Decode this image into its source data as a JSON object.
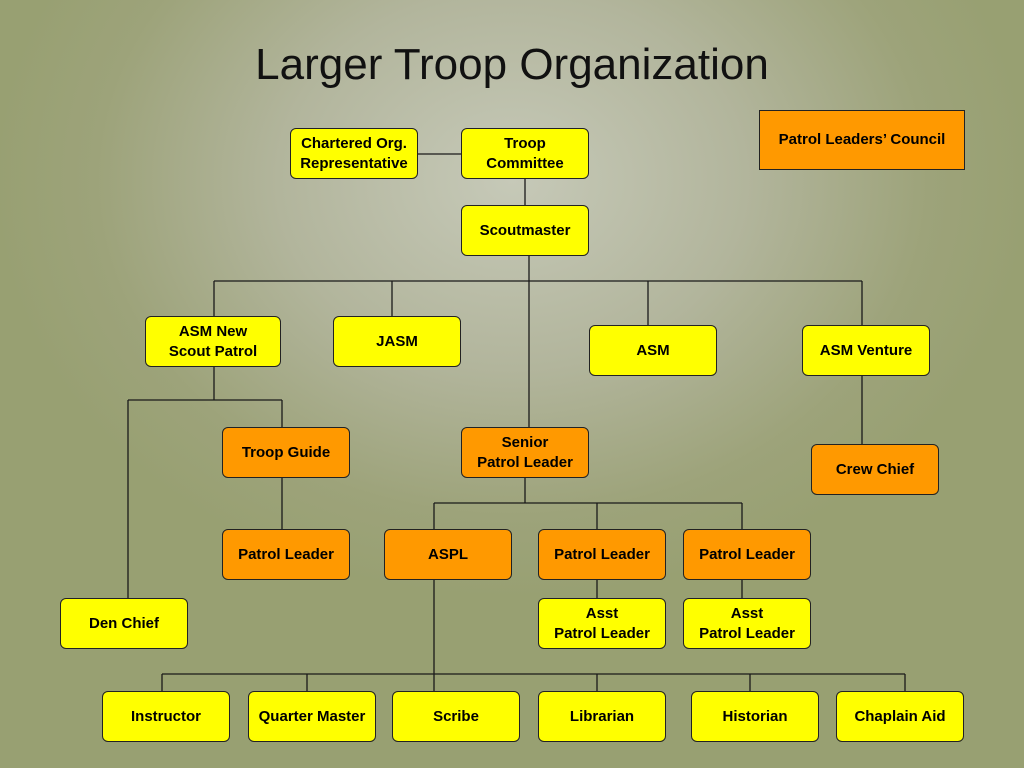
{
  "title": "Larger Troop Organization",
  "colors": {
    "yellow": "#ffff00",
    "orange": "#ff9900"
  },
  "nodes": {
    "chartered": "Chartered Org.\nRepresentative",
    "troop_committee": "Troop\nCommittee",
    "plc": "Patrol Leaders’ Council",
    "scoutmaster": "Scoutmaster",
    "asm_new": "ASM New\nScout Patrol",
    "jasm": "JASM",
    "asm": "ASM",
    "asm_venture": "ASM Venture",
    "troop_guide": "Troop Guide",
    "spl": "Senior\nPatrol Leader",
    "crew_chief": "Crew Chief",
    "patrol_leader_ns": "Patrol Leader",
    "aspl": "ASPL",
    "patrol_leader_2": "Patrol Leader",
    "patrol_leader_3": "Patrol Leader",
    "den_chief": "Den Chief",
    "asst_pl_2": "Asst\nPatrol Leader",
    "asst_pl_3": "Asst\nPatrol Leader",
    "instructor": "Instructor",
    "quarter_master": "Quarter Master",
    "scribe": "Scribe",
    "librarian": "Librarian",
    "historian": "Historian",
    "chaplain_aid": "Chaplain Aid"
  }
}
